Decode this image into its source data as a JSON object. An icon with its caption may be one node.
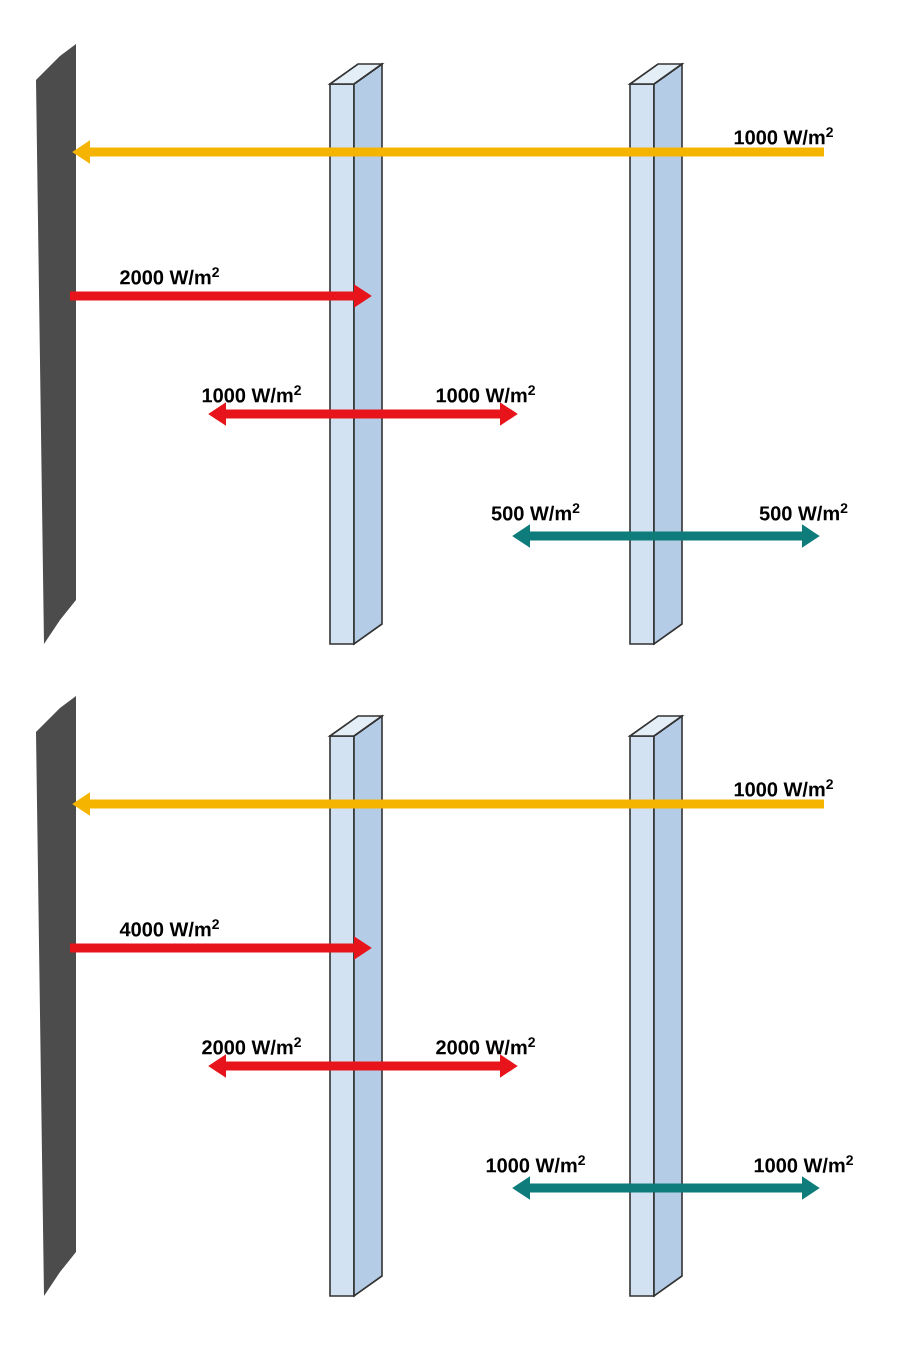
{
  "diagram": {
    "labels": [
      "1000 W/m$^{2}$",
      "2000 W/m$^{2}$",
      "1000 W/m$^{2}$",
      "1000 W/m$^{2}$",
      "500 W/m$^{2}$",
      "500 W/m$^{2}$",
      "1000 W/m$^{2}$",
      "4000 W/m$^{2}$",
      "2000 W/m$^{2}$",
      "2000 W/m$^{2}$",
      "1000 W/m$^{2}$",
      "1000 W/m$^{2}$"
    ]
  }
}
